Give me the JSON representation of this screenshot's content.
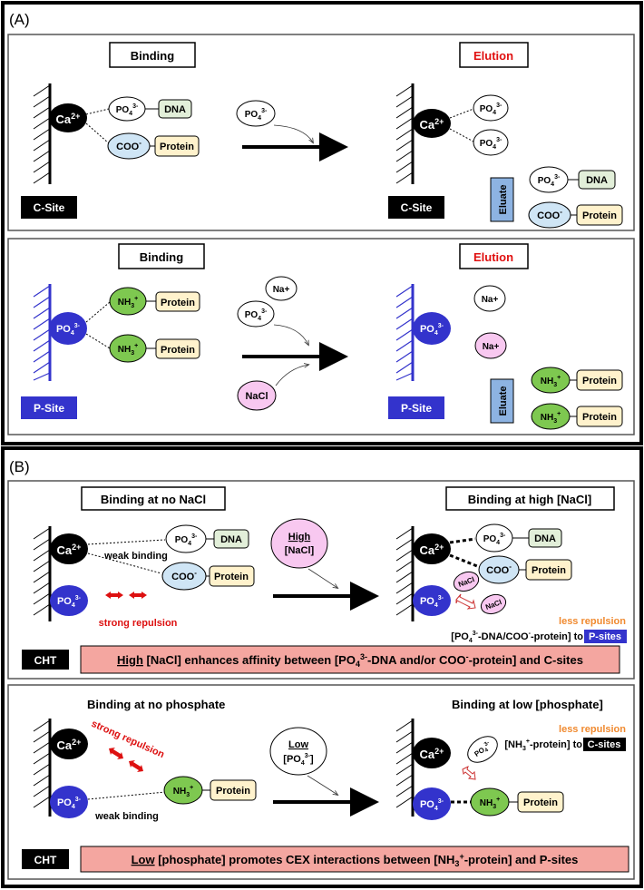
{
  "panelA": {
    "label": "(A)",
    "csite": {
      "binding": "Binding",
      "elution": "Elution",
      "site": "C-Site",
      "ca": "Ca",
      "ca_sup": "2+",
      "po4": "PO",
      "po4_sub": "4",
      "po4_sup": "3-",
      "dna": "DNA",
      "coo": "COO",
      "coo_sup": "-",
      "protein": "Protein",
      "eluate": "Eluate"
    },
    "psite": {
      "binding": "Binding",
      "elution": "Elution",
      "site": "P-Site",
      "po4": "PO",
      "po4_sub": "4",
      "po4_sup": "3-",
      "nh3": "NH",
      "nh3_sub": "3",
      "nh3_sup": "+",
      "protein": "Protein",
      "na": "Na+",
      "nacl": "NaCl",
      "eluate": "Eluate"
    }
  },
  "panelB": {
    "label": "(B)",
    "nacl": {
      "binding_left": "Binding at no NaCl",
      "binding_right": "Binding at high [NaCl]",
      "weak": "weak binding",
      "strong": "strong repulsion",
      "high": "High",
      "high_conc": "[NaCl]",
      "nacl": "NaCl",
      "less": "less repulsion",
      "to_p_pre": "[PO",
      "to_p_mid": "-DNA/COO",
      "to_p_post": "-protein] to ",
      "psites": "P-sites",
      "cht": "CHT",
      "summary_u": "High",
      "summary": " [NaCl] enhances affinity between [PO",
      "summary2": "-DNA and/or COO",
      "summary3": "-protein] and C-sites"
    },
    "phos": {
      "binding_left": "Binding at no phosphate",
      "binding_right": "Binding at low [phosphate]",
      "strong": "strong repulsion",
      "weak": "weak binding",
      "low": "Low",
      "less": "less repulsion",
      "nh3_line_pre": "[NH",
      "nh3_line_post": "-protein] to ",
      "csites": "C-sites",
      "cht": "CHT",
      "summary_u": "Low",
      "summary": " [phosphate] promotes CEX interactions between [NH",
      "summary2": "-protein] and P-sites"
    }
  },
  "colors": {
    "ca_black": "#000000",
    "po4_blue": "#3333cc",
    "nh3_green": "#7ec850",
    "coo_blue": "#cfe5f5",
    "dna_green": "#e2efd9",
    "protein_tan": "#fff2cc",
    "na_pink": "#f8c8f0",
    "eluate_blue": "#8db3e2",
    "banner": "#f4a6a0",
    "elution_red": "#e01010",
    "repulsion_red": "#dd1111",
    "orange": "#f08a30"
  }
}
